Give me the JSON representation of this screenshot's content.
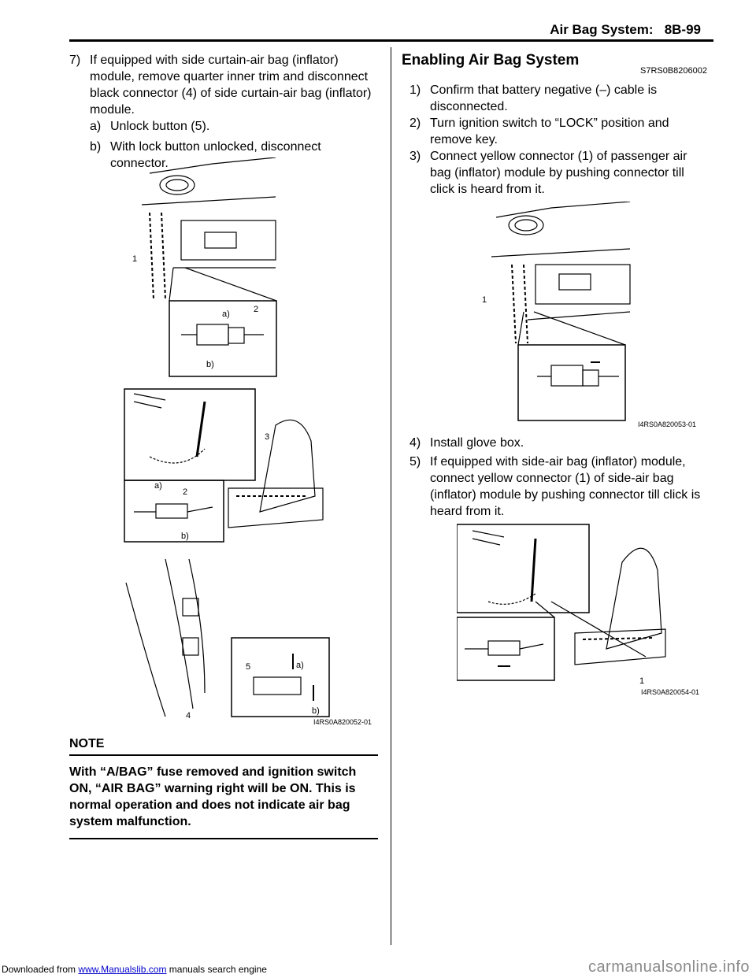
{
  "header": {
    "title": "Air Bag System:",
    "page": "8B-99"
  },
  "left": {
    "step7": {
      "num": "7)",
      "text": "If equipped with side curtain-air bag (inflator) module, remove quarter inner trim and disconnect black connector (4) of side curtain-air bag (inflator) module.",
      "sub_a_num": "a)",
      "sub_a": "Unlock button (5).",
      "sub_b_num": "b)",
      "sub_b": "With lock button unlocked, disconnect connector."
    },
    "figure": {
      "code": "I4RS0A820052-01",
      "labels": {
        "n1": "1",
        "n2": "2",
        "n3": "3",
        "n4": "4",
        "n5": "5",
        "a": "a)",
        "b": "b)"
      }
    },
    "note": {
      "heading": "NOTE",
      "body": "With “A/BAG” fuse removed and ignition switch ON, “AIR BAG” warning right will be ON. This is normal operation and does not indicate air bag system malfunction."
    }
  },
  "right": {
    "section_title": "Enabling Air Bag System",
    "section_code": "S7RS0B8206002",
    "steps": [
      {
        "num": "1)",
        "text": "Confirm that battery negative (–) cable is disconnected."
      },
      {
        "num": "2)",
        "text": "Turn ignition switch to “LOCK” position and remove key."
      },
      {
        "num": "3)",
        "text": "Connect yellow connector (1) of passenger air bag (inflator) module by pushing connector till click is heard from it."
      },
      {
        "num": "4)",
        "text": "Install glove box."
      },
      {
        "num": "5)",
        "text": "If equipped with side-air bag (inflator) module, connect yellow connector (1) of side-air bag (inflator) module by pushing connector till click is heard from it."
      }
    ],
    "figure1": {
      "code": "I4RS0A820053-01",
      "label": "1"
    },
    "figure2": {
      "code": "I4RS0A820054-01",
      "label": "1"
    }
  },
  "footer": {
    "prefix": "Downloaded from",
    "link": "www.Manualslib.com",
    "suffix": "manuals search engine",
    "watermark": "carmanualsonline.info"
  }
}
